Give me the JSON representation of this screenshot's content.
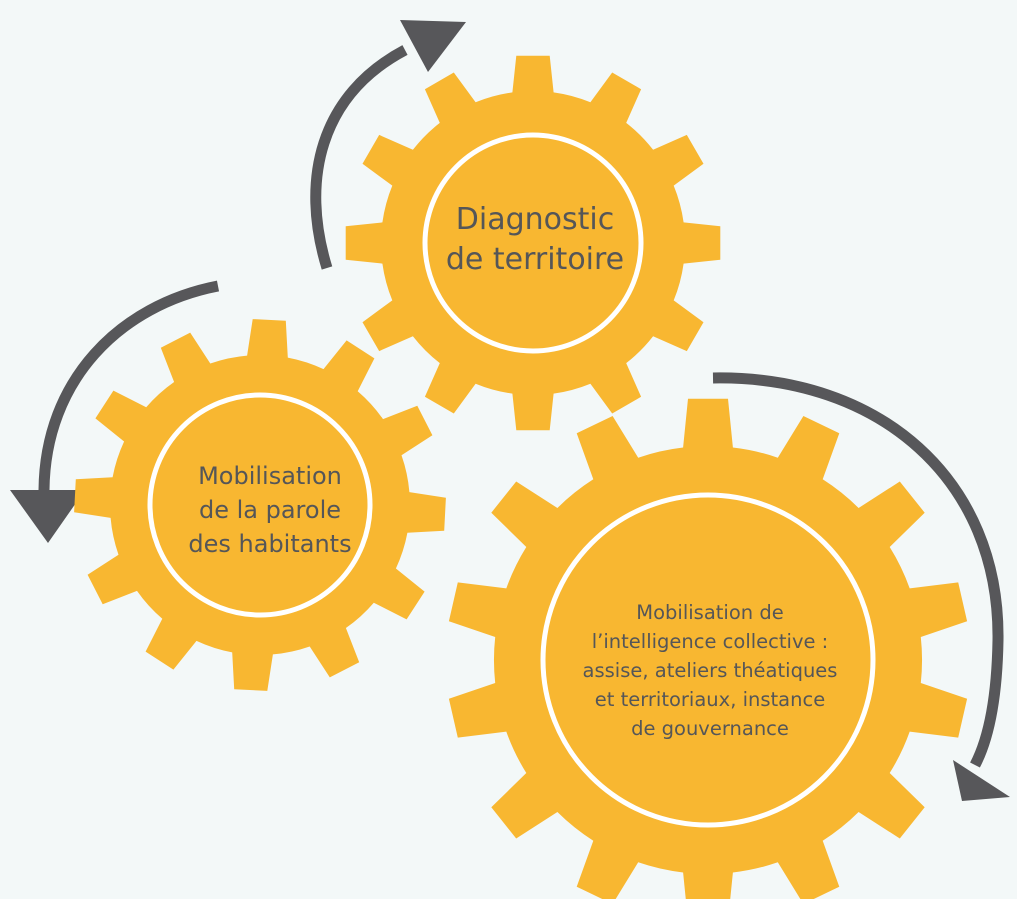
{
  "colors": {
    "background": "#f3f8f8",
    "gear_fill": "#f8b731",
    "gear_ring": "#ffffff",
    "arrow": "#57575a",
    "text": "#555658"
  },
  "gears": {
    "diagnostic": {
      "lines": [
        "Diagnostic",
        "de territoire"
      ]
    },
    "parole": {
      "lines": [
        "Mobilisation",
        "de la parole",
        "des habitants"
      ]
    },
    "intelligence": {
      "lines": [
        "Mobilisation de",
        "l’intelligence collective :",
        "assise, ateliers théatiques",
        "et territoriaux, instance",
        "de gouvernance"
      ]
    }
  },
  "arrows": [
    {
      "name": "arrow-to-diagnostic",
      "icon": "curved-arrow-up-right-icon"
    },
    {
      "name": "arrow-to-parole",
      "icon": "curved-arrow-down-left-icon"
    },
    {
      "name": "arrow-to-intelligence",
      "icon": "curved-arrow-down-right-icon"
    }
  ]
}
